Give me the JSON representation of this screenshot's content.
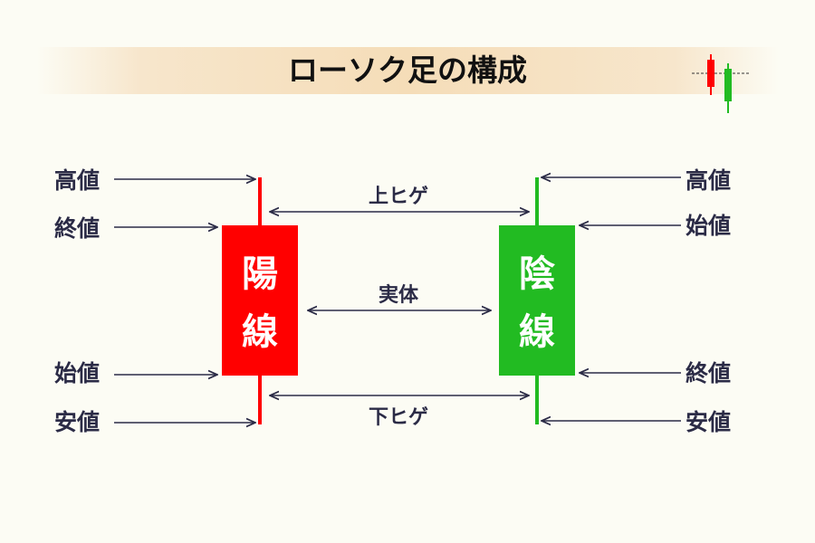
{
  "title": "ローソク足の構成",
  "colors": {
    "bullish": "#ff0000",
    "bearish": "#22bb22",
    "text": "#2b2b46",
    "title_band": "#f5ddb8",
    "background": "#fcfcf4"
  },
  "bullish_candle": {
    "body_chars": [
      "陽",
      "線"
    ],
    "labels": {
      "high": "高値",
      "close": "終値",
      "open": "始値",
      "low": "安値"
    }
  },
  "bearish_candle": {
    "body_chars": [
      "陰",
      "線"
    ],
    "labels": {
      "high": "高値",
      "open": "始値",
      "close": "終値",
      "low": "安値"
    }
  },
  "middle_labels": {
    "upper_shadow": "上ヒゲ",
    "body": "実体",
    "lower_shadow": "下ヒゲ"
  },
  "icon": "candlestick-icon"
}
